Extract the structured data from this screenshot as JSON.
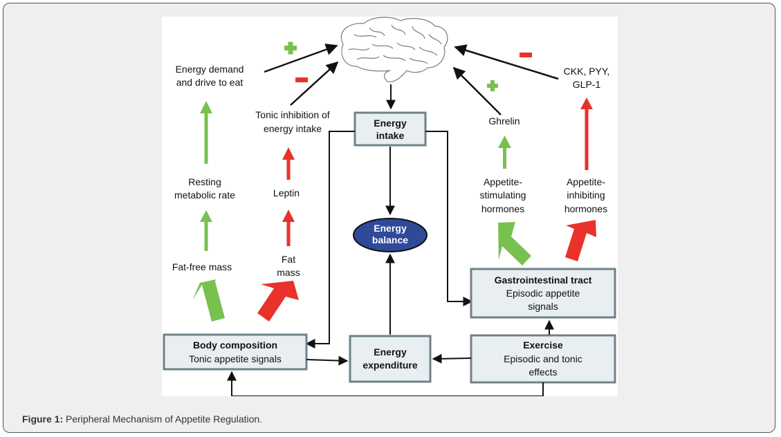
{
  "figure": {
    "title_label": "Figure 1:",
    "title_text": "Peripheral Mechanism of Appetite Regulation.",
    "left": {
      "energy_demand": [
        "Energy demand",
        "and drive to eat"
      ],
      "tonic_inhibition": [
        "Tonic inhibition of",
        "energy intake"
      ],
      "resting_metabolic_rate": [
        "Resting",
        "metabolic rate"
      ],
      "leptin": "Leptin",
      "fat_free_mass": "Fat-free mass",
      "fat_mass": [
        "Fat",
        "mass"
      ]
    },
    "right": {
      "ckk": [
        "CKK, PYY,",
        "GLP-1"
      ],
      "ghrelin": "Ghrelin",
      "appetite_stimulating": [
        "Appetite-",
        "stimulating",
        "hormones"
      ],
      "appetite_inhibiting": [
        "Appetite-",
        "inhibiting",
        "hormones"
      ]
    },
    "center": {
      "energy_intake": [
        "Energy",
        "intake"
      ],
      "energy_balance": [
        "Energy",
        "balance"
      ],
      "energy_expenditure": [
        "Energy",
        "expenditure"
      ]
    },
    "boxes": {
      "body_composition_title": "Body composition",
      "body_composition_sub": "Tonic appetite signals",
      "gi_title": "Gastrointestinal tract",
      "gi_sub": [
        "Episodic appetite",
        "signals"
      ],
      "exercise_title": "Exercise",
      "exercise_sub": [
        "Episodic and tonic",
        "effects"
      ]
    },
    "colors": {
      "stimulate": "#78c150",
      "inhibit": "#e8322a",
      "box_fill": "#e9eef1",
      "box_border": "#6f8189",
      "balance_fill": "#2e4a99"
    },
    "icons": {
      "brain": "brain-icon",
      "plus": "plus-icon",
      "minus": "minus-icon"
    }
  }
}
